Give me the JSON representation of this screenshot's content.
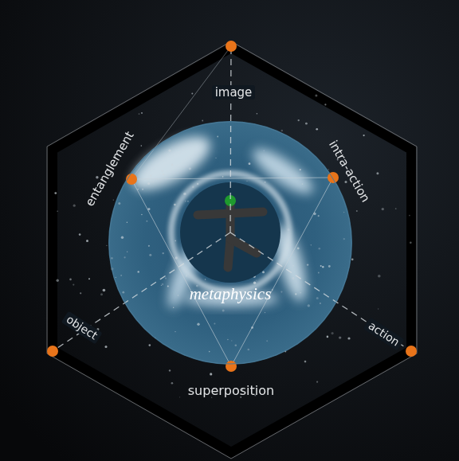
{
  "diagram": {
    "nodes": [
      {
        "text": [
          "metaphysics"
        ]
      }
    ],
    "labels": [
      "image",
      "entanglement",
      "intra-action",
      "object",
      "action",
      "superposition"
    ]
  }
}
